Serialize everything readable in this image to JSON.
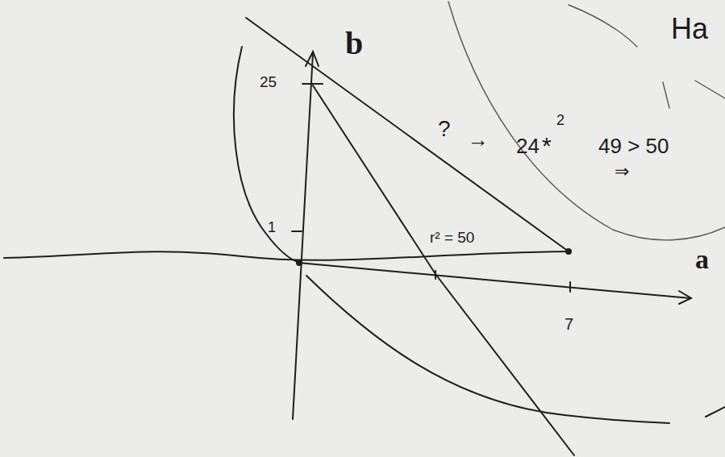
{
  "diagram": {
    "labels": [
      "b",
      "25",
      "1",
      "?",
      "→",
      "24",
      "2",
      "*",
      "49 > 50",
      "⇒",
      "r² = 50",
      "7",
      "a",
      "Ha"
    ]
  }
}
